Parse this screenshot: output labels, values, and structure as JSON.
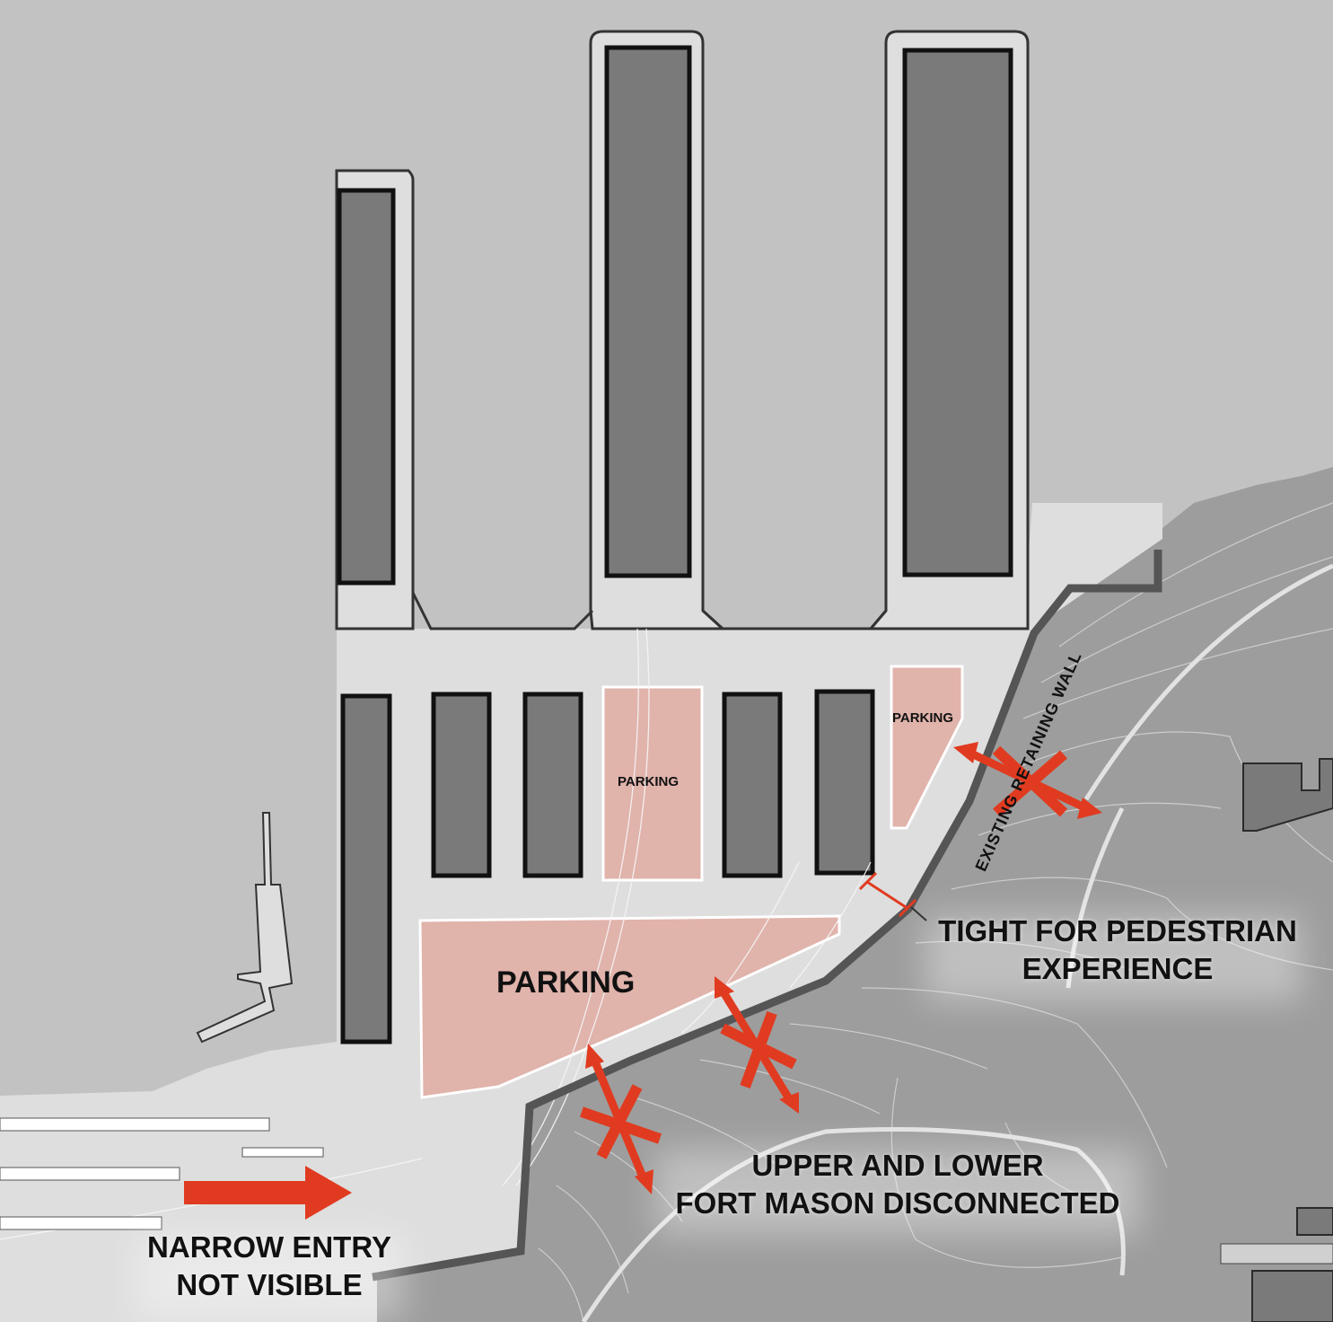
{
  "colors": {
    "water": "#c2c2c2",
    "pier_deck": "#dedede",
    "shed": "#7a7a7a",
    "parking": "#e0b3ab",
    "hill": "#9d9d9d",
    "wall": "#555555",
    "accent_red": "#e03b20"
  },
  "labels": {
    "parking_center": "PARKING",
    "parking_east": "PARKING",
    "parking_main": "PARKING",
    "retaining_wall": "EXISTING RETAINING WALL"
  },
  "callouts": {
    "pedestrian_line1": "TIGHT FOR PEDESTRIAN",
    "pedestrian_line2": "EXPERIENCE",
    "disconnect_line1": "UPPER AND LOWER",
    "disconnect_line2": "FORT MASON DISCONNECTED",
    "entry_line1": "NARROW ENTRY",
    "entry_line2": "NOT VISIBLE"
  },
  "icons": {
    "entry_arrow": "arrow-right-icon",
    "disconnect_marker": "x-marker-icon",
    "narrow_marker": "dimension-marker-icon"
  }
}
